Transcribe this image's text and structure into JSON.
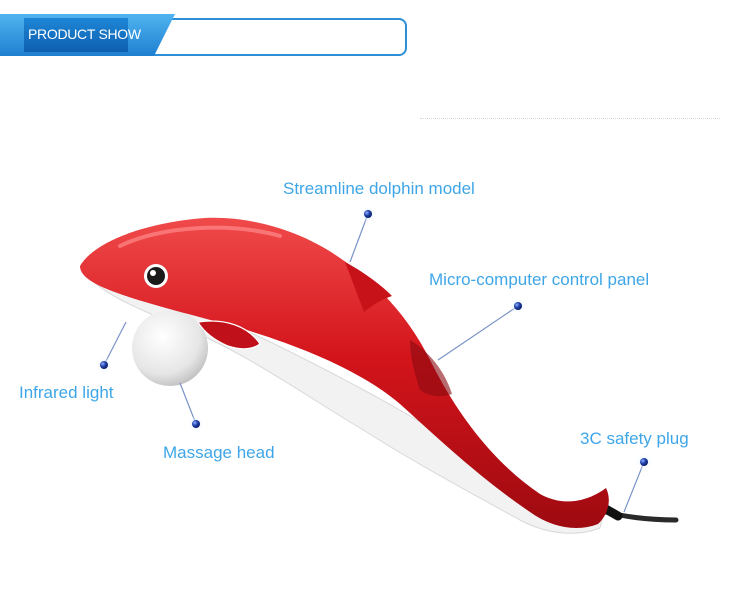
{
  "header": {
    "title": "PRODUCT SHOW"
  },
  "callouts": {
    "streamline": "Streamline dolphin model",
    "control_panel": "Micro-computer control panel",
    "infrared": "Infrared light",
    "massage_head": "Massage head",
    "safety_plug": "3C safety plug"
  },
  "colors": {
    "accent_blue": "#2d8fd6",
    "label_blue": "#3ea6e8",
    "dolphin_red": "#d0141a"
  }
}
